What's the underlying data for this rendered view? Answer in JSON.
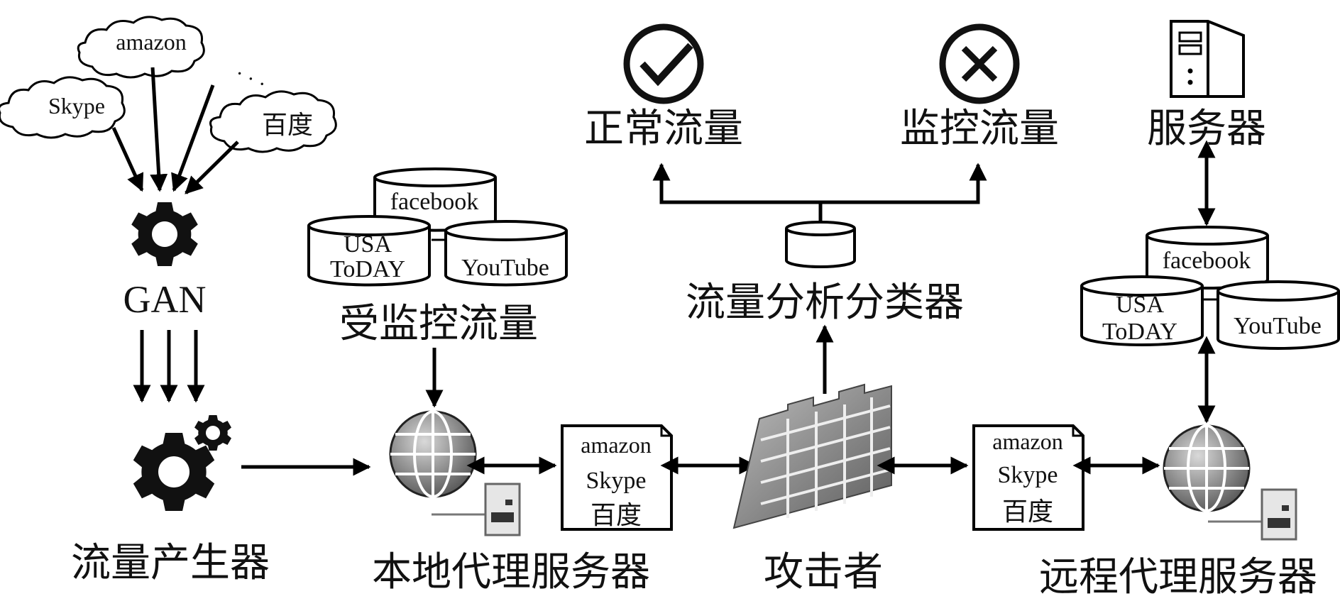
{
  "labels": {
    "generator": "流量产生器",
    "gan": "GAN",
    "monitored_traffic": "受监控流量",
    "local_proxy": "本地代理服务器",
    "attacker": "攻击者",
    "remote_proxy": "远程代理服务器",
    "classifier": "流量分析分类器",
    "normal_traffic": "正常流量",
    "monitor_traffic": "监控流量",
    "server": "服务器"
  },
  "clouds": [
    "amazon",
    "Skype",
    "百度"
  ],
  "databases": {
    "top": "facebook",
    "left_line1": "USA",
    "left_line2": "ToDAY",
    "right": "YouTube"
  },
  "packet": {
    "line1": "amazon",
    "line2": "Skype",
    "line3": "百度"
  },
  "icons": {
    "normal": "check-circle-icon",
    "monitor": "x-circle-icon",
    "server": "server-tower-icon",
    "gear": "gear-icon",
    "globe": "globe-icon",
    "firewall": "brick-wall-icon"
  }
}
